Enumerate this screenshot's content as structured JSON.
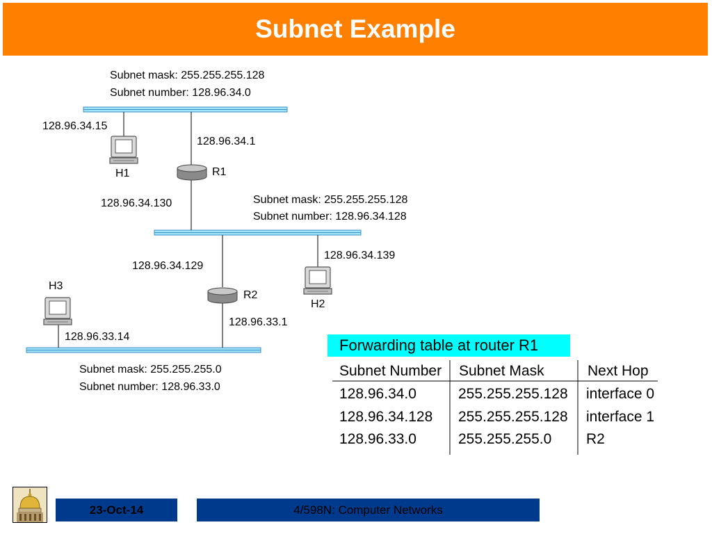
{
  "title": "Subnet Example",
  "colors": {
    "title_bar": "#ff8000",
    "table_highlight": "#00ffff",
    "footer": "#003a8c"
  },
  "diagram": {
    "subnet_a": {
      "mask": "Subnet mask: 255.255.255.128",
      "number": "Subnet number: 128.96.34.0"
    },
    "subnet_b": {
      "mask": "Subnet mask: 255.255.255.128",
      "number": "Subnet number: 128.96.34.128"
    },
    "subnet_c": {
      "mask": "Subnet mask: 255.255.255.0",
      "number": "Subnet number: 128.96.33.0"
    },
    "hosts": {
      "h1": {
        "name": "H1",
        "ip": "128.96.34.15"
      },
      "h2": {
        "name": "H2",
        "ip": "128.96.34.139"
      },
      "h3": {
        "name": "H3",
        "ip": "128.96.33.14"
      }
    },
    "routers": {
      "r1": {
        "name": "R1",
        "ip_top": "128.96.34.1",
        "ip_bottom": "128.96.34.130"
      },
      "r2": {
        "name": "R2",
        "ip_top": "128.96.34.129",
        "ip_bottom": "128.96.33.1"
      }
    },
    "icons": {
      "host": "computer-icon",
      "router": "router-icon",
      "network": "ethernet-segment"
    }
  },
  "forwarding_table": {
    "title": "Forwarding table at router R1",
    "headers": [
      "Subnet Number",
      "Subnet Mask",
      "Next Hop"
    ],
    "rows": [
      [
        "128.96.34.0",
        "255.255.255.128",
        "interface 0"
      ],
      [
        "128.96.34.128",
        "255.255.255.128",
        "interface 1"
      ],
      [
        "128.96.33.0",
        "255.255.255.0",
        "R2"
      ]
    ]
  },
  "footer": {
    "date": "23-Oct-14",
    "course": "4/598N: Computer Networks"
  }
}
